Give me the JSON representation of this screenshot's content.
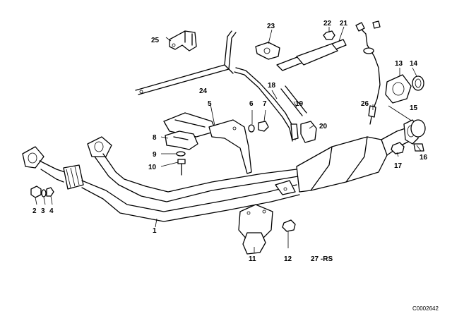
{
  "labels": {
    "p1": "1",
    "p2": "2",
    "p3": "3",
    "p4": "4",
    "p5": "5",
    "p6": "6",
    "p7": "7",
    "p8": "8",
    "p9": "9",
    "p10": "10",
    "p11": "11",
    "p12": "12",
    "p13": "13",
    "p14": "14",
    "p15": "15",
    "p16": "16",
    "p17": "17",
    "p18": "18",
    "p19": "19",
    "p20": "20",
    "p21": "21",
    "p22": "22",
    "p23": "23",
    "p24": "24",
    "p25": "25",
    "p26": "26",
    "p27": "27 -RS"
  },
  "diagram_code": "C0002642"
}
